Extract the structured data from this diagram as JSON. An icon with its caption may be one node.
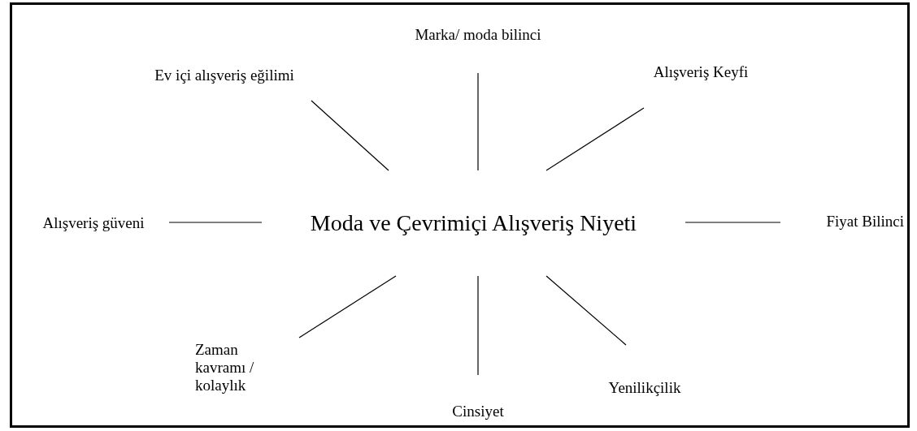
{
  "diagram": {
    "nodes": [
      {
        "text": [
          "Marka/ moda bilinci"
        ]
      },
      {
        "text": [
          "Ev içi alışveriş eğilimi"
        ]
      },
      {
        "text": [
          "Alışveriş Keyfi"
        ]
      },
      {
        "text": [
          "Alışveriş güveni"
        ]
      },
      {
        "text": [
          "Moda ve Çevrimiçi Alışveriş Niyeti"
        ]
      },
      {
        "text": [
          "Fiyat Bilinci"
        ]
      },
      {
        "text": [
          "Zaman kavramı / kolaylık"
        ]
      },
      {
        "text": [
          "Yenilikçilik"
        ]
      },
      {
        "text": [
          "Cinsiyet"
        ]
      }
    ],
    "edges": [
      {
        "from": 4,
        "to": 0,
        "arrow": "none"
      },
      {
        "from": 4,
        "to": 1,
        "arrow": "none"
      },
      {
        "from": 4,
        "to": 2,
        "arrow": "none"
      },
      {
        "from": 4,
        "to": 3,
        "arrow": "none"
      },
      {
        "from": 4,
        "to": 5,
        "arrow": "none"
      },
      {
        "from": 4,
        "to": 6,
        "arrow": "none"
      },
      {
        "from": 4,
        "to": 7,
        "arrow": "none"
      },
      {
        "from": 4,
        "to": 8,
        "arrow": "none"
      }
    ]
  }
}
